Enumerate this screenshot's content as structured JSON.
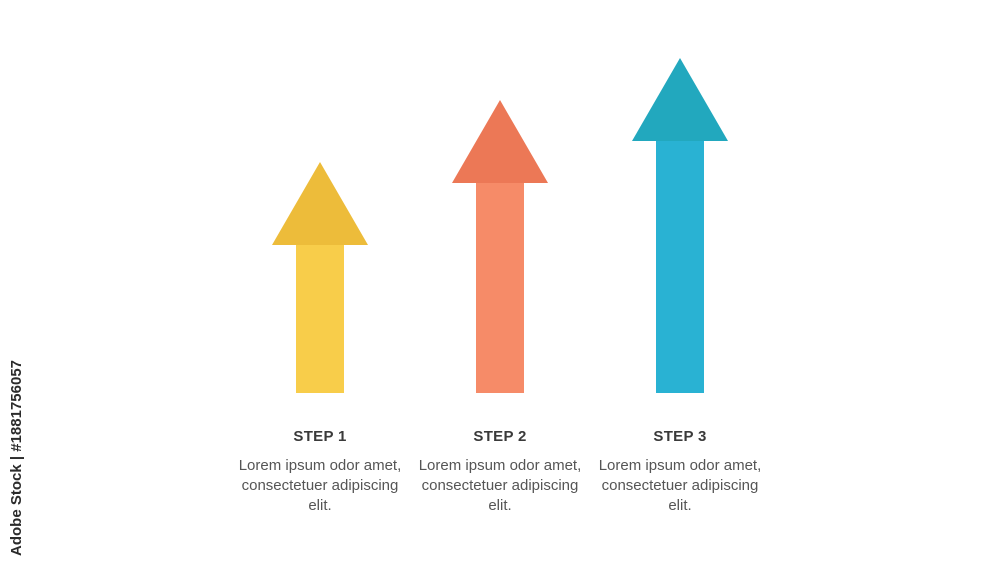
{
  "steps": [
    {
      "title": "STEP 1",
      "description": "Lorem ipsum odor amet, consectetuer adipiscing elit.",
      "shaft_color": "#F8CD4A",
      "head_color": "#EDBC3A",
      "level": 1
    },
    {
      "title": "STEP 2",
      "description": "Lorem ipsum odor amet, consectetuer adipiscing elit.",
      "shaft_color": "#F68B68",
      "head_color": "#EC7856",
      "level": 2
    },
    {
      "title": "STEP 3",
      "description": "Lorem ipsum odor amet, consectetuer adipiscing elit.",
      "shaft_color": "#29B2D3",
      "head_color": "#22A8BE",
      "level": 3
    }
  ],
  "credit": {
    "brand": "Adobe Stock",
    "separator": "|",
    "id": "#1881756057"
  }
}
